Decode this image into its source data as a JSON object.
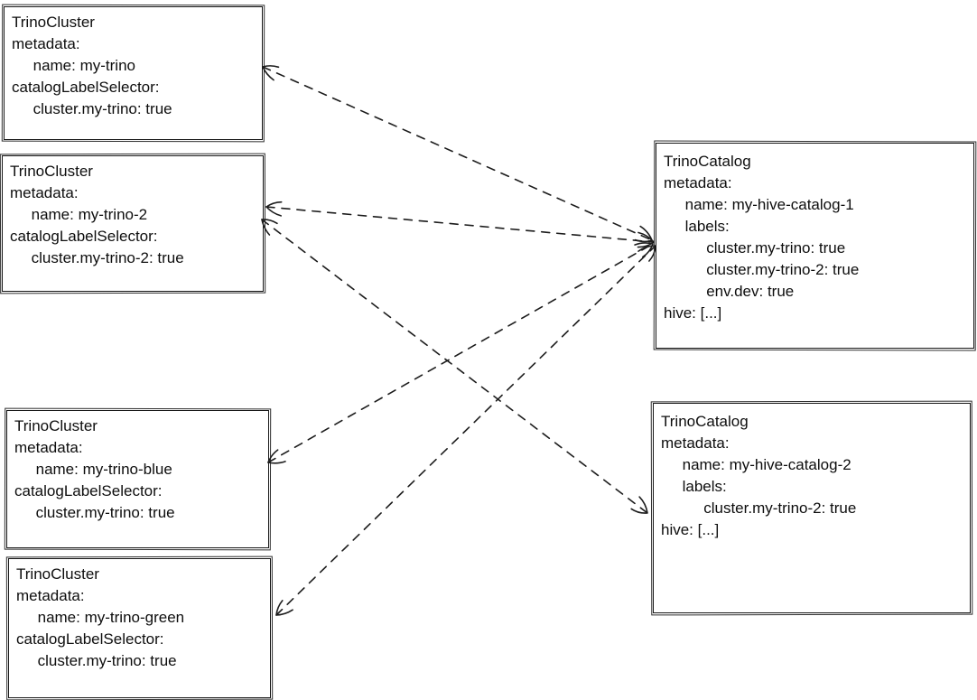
{
  "diagram": {
    "background_color": "#ffffff",
    "stroke_color": "#1c1c1c",
    "nodes": [
      {
        "id": "my-trino",
        "kind": "TrinoCluster",
        "lines": [
          "TrinoCluster",
          "metadata:",
          "     name: my-trino",
          "catalogLabelSelector:",
          "     cluster.my-trino: true"
        ]
      },
      {
        "id": "my-trino-2",
        "kind": "TrinoCluster",
        "lines": [
          "TrinoCluster",
          "metadata:",
          "     name: my-trino-2",
          "catalogLabelSelector:",
          "     cluster.my-trino-2: true"
        ]
      },
      {
        "id": "my-trino-blue",
        "kind": "TrinoCluster",
        "lines": [
          "TrinoCluster",
          "metadata:",
          "     name: my-trino-blue",
          "catalogLabelSelector:",
          "     cluster.my-trino: true"
        ]
      },
      {
        "id": "my-trino-green",
        "kind": "TrinoCluster",
        "lines": [
          "TrinoCluster",
          "metadata:",
          "     name: my-trino-green",
          "catalogLabelSelector:",
          "     cluster.my-trino: true"
        ]
      },
      {
        "id": "my-hive-catalog-1",
        "kind": "TrinoCatalog",
        "lines": [
          "TrinoCatalog",
          "metadata:",
          "     name: my-hive-catalog-1",
          "     labels:",
          "          cluster.my-trino: true",
          "          cluster.my-trino-2: true",
          "          env.dev: true",
          "hive: [...]"
        ]
      },
      {
        "id": "my-hive-catalog-2",
        "kind": "TrinoCatalog",
        "lines": [
          "TrinoCatalog",
          "metadata:",
          "     name: my-hive-catalog-2",
          "     labels:",
          "          cluster.my-trino-2: true",
          "hive: [...]"
        ]
      }
    ],
    "edges": [
      {
        "id": "e1",
        "from": "my-hive-catalog-1",
        "to": "my-trino",
        "style": "dashed",
        "heads": "both"
      },
      {
        "id": "e2",
        "from": "my-hive-catalog-1",
        "to": "my-trino-2",
        "style": "dashed",
        "heads": "both"
      },
      {
        "id": "e3",
        "from": "my-hive-catalog-1",
        "to": "my-trino-blue",
        "style": "dashed",
        "heads": "both"
      },
      {
        "id": "e4",
        "from": "my-hive-catalog-1",
        "to": "my-trino-green",
        "style": "dashed",
        "heads": "both"
      },
      {
        "id": "e5",
        "from": "my-hive-catalog-2",
        "to": "my-trino-2",
        "style": "dashed",
        "heads": "both"
      }
    ]
  }
}
